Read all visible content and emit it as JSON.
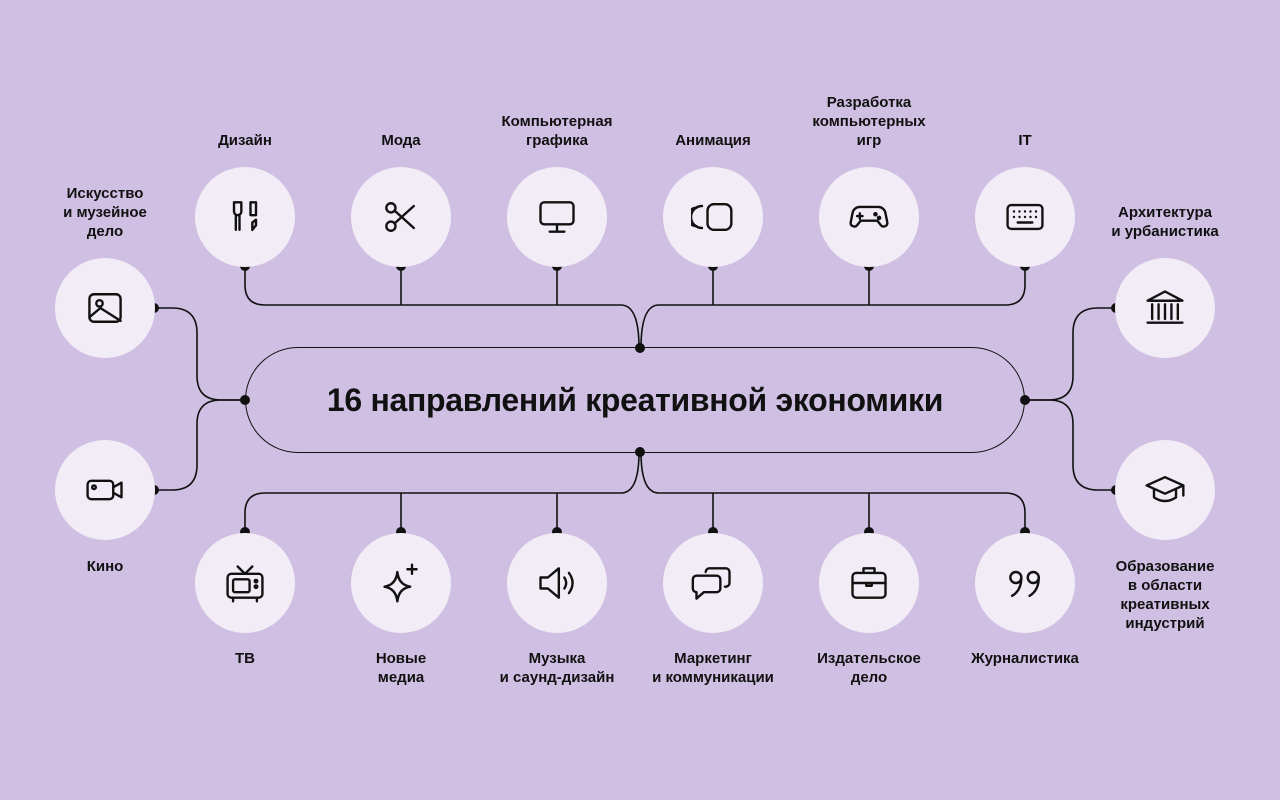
{
  "title": "16 направлений креативной экономики",
  "accent_color": "#cfbfe3",
  "node_color": "#f1ecf5",
  "line_color": "#111111",
  "directions": {
    "design": {
      "label": "Дизайн",
      "icon": "brush-icon"
    },
    "fashion": {
      "label": "Мода",
      "icon": "scissors-icon"
    },
    "computer_graphics": {
      "label": "Компьютерная\nграфика",
      "icon": "monitor-icon"
    },
    "animation": {
      "label": "Анимация",
      "icon": "animation-frames-icon"
    },
    "game_dev": {
      "label": "Разработка\nкомпьютерных\nигр",
      "icon": "gamepad-icon"
    },
    "it": {
      "label": "IT",
      "icon": "keyboard-icon"
    },
    "art_museum": {
      "label": "Искусство\nи музейное\nдело",
      "icon": "image-icon"
    },
    "cinema": {
      "label": "Кино",
      "icon": "video-camera-icon"
    },
    "architecture": {
      "label": "Архитектура\nи урбанистика",
      "icon": "building-columns-icon"
    },
    "education": {
      "label": "Образование\nв области\nкреативных\nиндустрий",
      "icon": "graduation-cap-icon"
    },
    "tv": {
      "label": "ТВ",
      "icon": "tv-icon"
    },
    "new_media": {
      "label": "Новые\nмедиа",
      "icon": "sparkle-icon"
    },
    "music": {
      "label": "Музыка\nи саунд-дизайн",
      "icon": "speaker-icon"
    },
    "marketing": {
      "label": "Маркетинг\nи коммуникации",
      "icon": "chat-bubbles-icon"
    },
    "publishing": {
      "label": "Издательское\nдело",
      "icon": "briefcase-icon"
    },
    "journalism": {
      "label": "Журналистика",
      "icon": "quote-icon"
    }
  }
}
